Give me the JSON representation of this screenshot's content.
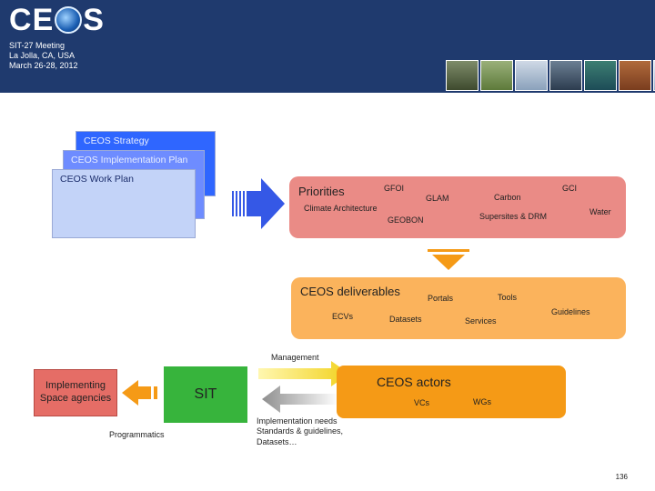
{
  "header": {
    "logo_text": "CEOS",
    "meeting": [
      "SIT-27 Meeting",
      "La Jolla, CA, USA",
      "March 26-28, 2012"
    ],
    "photo_strip": [
      "forest-photo",
      "field-photo",
      "ice-photo",
      "storm-photo",
      "wave-photo",
      "cracked-earth-photo",
      "glacier-photo"
    ]
  },
  "documents": {
    "strategy": "CEOS Strategy",
    "implementation_plan": "CEOS Implementation Plan",
    "work_plan": "CEOS Work Plan"
  },
  "priorities": {
    "title": "Priorities",
    "items": {
      "gfoi": "GFOI",
      "glam": "GLAM",
      "carbon": "Carbon",
      "gci": "GCI",
      "water": "Water",
      "climate_architecture": "Climate Architecture",
      "geobon": "GEOBON",
      "supersites": "Supersites & DRM"
    }
  },
  "deliverables": {
    "title": "CEOS deliverables",
    "items": {
      "portals": "Portals",
      "tools": "Tools",
      "guidelines": "Guidelines",
      "ecvs": "ECVs",
      "datasets": "Datasets",
      "services": "Services"
    }
  },
  "flow": {
    "management": "Management",
    "implementing": "Implementing Space agencies",
    "sit": "SIT",
    "programmatics": "Programmatics",
    "implementation_needs": [
      "Implementation needs",
      "Standards & guidelines,",
      "Datasets…"
    ],
    "actors_title": "CEOS actors",
    "vcs": "VCs",
    "wgs": "WGs"
  },
  "page_number": "136",
  "colors": {
    "header_bg": "#1f3a6e",
    "priorities_fill": "#ea8b86",
    "deliverables_fill": "#fbb35c",
    "sit_fill": "#37b43c",
    "actors_fill": "#f59a16",
    "arrow_blue": "#3558e6",
    "arrow_orange": "#f59a16"
  }
}
